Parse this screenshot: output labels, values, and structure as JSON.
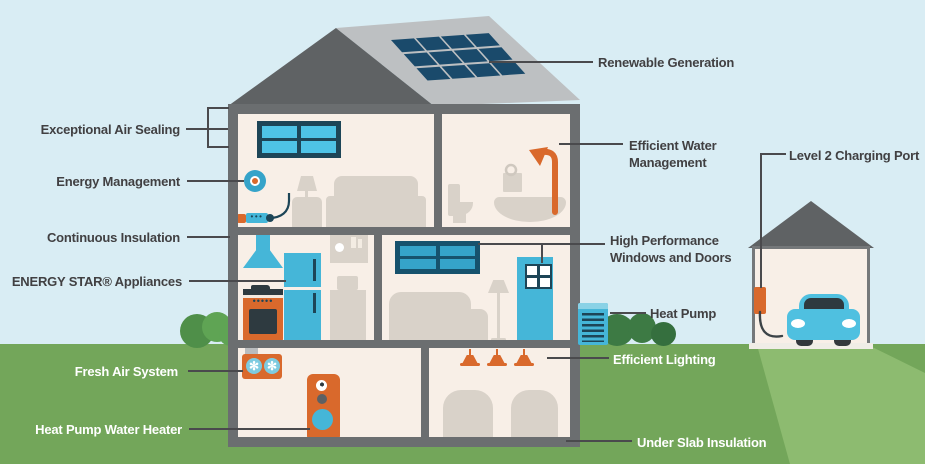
{
  "diagram": {
    "subject": "Energy-efficient home features cross-section",
    "left_labels": [
      {
        "id": "exceptional-air-sealing",
        "lines": [
          "Exceptional Air Sealing"
        ]
      },
      {
        "id": "energy-management",
        "lines": [
          "Energy Management"
        ]
      },
      {
        "id": "continuous-insulation",
        "lines": [
          "Continuous Insulation"
        ]
      },
      {
        "id": "energy-star-appliances",
        "lines": [
          "ENERGY STAR® Appliances"
        ]
      },
      {
        "id": "fresh-air-system",
        "lines": [
          "Fresh Air System"
        ]
      },
      {
        "id": "heat-pump-water-heater",
        "lines": [
          "Heat Pump Water Heater"
        ]
      }
    ],
    "right_labels": [
      {
        "id": "renewable-generation",
        "lines": [
          "Renewable Generation"
        ]
      },
      {
        "id": "efficient-water-management",
        "lines": [
          "Efficient Water",
          "Management"
        ]
      },
      {
        "id": "level-2-charging-port",
        "lines": [
          "Level 2 Charging Port"
        ]
      },
      {
        "id": "high-performance-windows-doors",
        "lines": [
          "High Performance",
          "Windows and Doors"
        ]
      },
      {
        "id": "heat-pump",
        "lines": [
          "Heat Pump"
        ]
      },
      {
        "id": "efficient-lighting",
        "lines": [
          "Efficient Lighting"
        ]
      },
      {
        "id": "under-slab-insulation",
        "lines": [
          "Under Slab Insulation"
        ]
      }
    ]
  },
  "glyphs": {
    "fan_icon": "✻",
    "power_strip_dots": "•••",
    "stove_control_dots": "•••••"
  },
  "colors": {
    "sky": "#d9edf4",
    "grass": "#73a65a",
    "driveway": "#8dbb70",
    "bush-light": "#5fa454",
    "bush-dark": "#4f8f49",
    "bush-right": "#3d7a44",
    "bush-right-dark": "#356f3e",
    "frame": "#6b6e70",
    "roof-dark": "#5f6264",
    "roof-light": "#bdc0c2",
    "interior": "#f8efe7",
    "furniture": "#d9d2c9",
    "appliance-blue": "#45b6d8",
    "pane-cyan": "#4ec3e6",
    "pane-blue": "#35a3c9",
    "navy": "#1d4557",
    "solar-navy": "#1a4a6b",
    "orange": "#d9692c",
    "car-blue": "#4fc0e0",
    "dark-detail": "#2e3a40",
    "heatpump-cap": "#8ad2e6",
    "garage-wall-border": "#75787a",
    "garage-floor": "#f0ede6",
    "label-dark": "#414042",
    "label-white": "#ffffff",
    "leader": "#4a4a4d"
  }
}
